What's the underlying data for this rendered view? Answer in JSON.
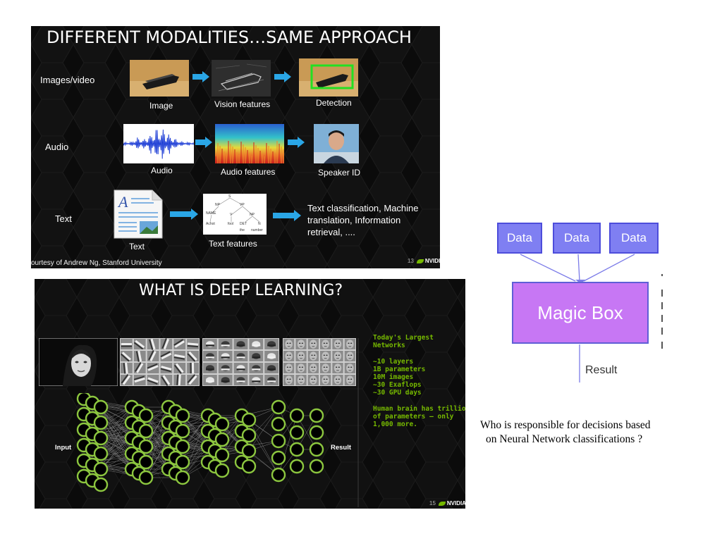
{
  "slide1": {
    "title": "DIFFERENT MODALITIES…SAME APPROACH",
    "rows": [
      {
        "label": "Images/video",
        "steps": [
          "Image",
          "Vision features",
          "Detection"
        ]
      },
      {
        "label": "Audio",
        "steps": [
          "Audio",
          "Audio features",
          "Speaker ID"
        ]
      },
      {
        "label": "Text",
        "steps": [
          "Text",
          "Text  features"
        ]
      }
    ],
    "text_output": [
      "Text classification, Machine",
      "translation, Information",
      "retrieval, ...."
    ],
    "credit": "ourtesy of Andrew Ng, Stanford University",
    "page_num": "13",
    "logo": "NVIDIA",
    "parse_tree_labels": [
      "S",
      "NP",
      "VP",
      "NAME",
      "V",
      "NP",
      "Achot",
      "fool",
      "DET",
      "N",
      "the",
      "number"
    ]
  },
  "slide2": {
    "title": "WHAT IS DEEP LEARNING?",
    "input_label": "Input",
    "result_label": "Result",
    "stats_heading": [
      "Today's Largest",
      "Networks"
    ],
    "stats_items": [
      "~10 layers",
      "1B parameters",
      "10M images",
      "~30 Exaflops",
      "~30 GPU days"
    ],
    "stats_note": [
      "Human brain has trillions",
      "of parameters – only",
      "1,000 more."
    ],
    "page_num": "15",
    "logo": "NVIDIA"
  },
  "magic_box": {
    "data_labels": [
      "Data",
      "Data",
      "Data"
    ],
    "box_label": "Magic Box",
    "result_label": "Result",
    "colors": {
      "data_fill": "#7f7ff2",
      "data_border": "#4d4ddb",
      "box_fill": "#c777f4",
      "box_border": "#5f5fd6",
      "arrow": "#7b7be8"
    }
  },
  "caption": [
    "Who is responsible for decisions based",
    "on Neural Network classifications ?"
  ]
}
